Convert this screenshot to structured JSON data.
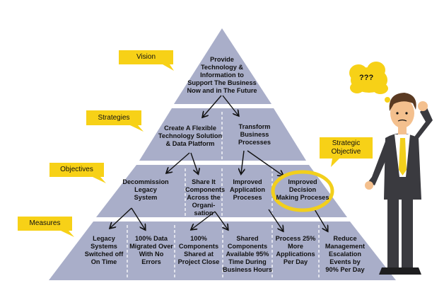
{
  "tiers": {
    "vision": {
      "label": "Vision",
      "nodes": [
        "Provide\nTechnology &\nInformation to\nSupport The Business\nNow and in The Future"
      ]
    },
    "strategies": {
      "label": "Strategies",
      "nodes": [
        "Create A Flexible\nTechnology Solution\n& Data Platform",
        "Transform\nBusiness\nProcesses"
      ]
    },
    "objectives": {
      "label": "Objectives",
      "nodes": [
        "Decommission\nLegacy\nSystem",
        "Share It\nComponents\nAcross the\nOrgani-\nsation",
        "Improved\nApplication\nProceses",
        "Improved\nDecision\nMaking Proceses"
      ]
    },
    "measures": {
      "label": "Measures",
      "nodes": [
        "Legacy\nSystems\nSwitched off\nOn Time",
        "100% Data\nMigrated Over\nWith No\nErrors",
        "100%\nComponents\nShared at\nProject Close",
        "Shared\nComponents\nAvailable 95%\nTime During\nBusiness Hours",
        "Process 25%\nMore\nApplications\nPer Day",
        "Reduce\nManagement\nEscalation\nEvents by\n90% Per Day"
      ]
    }
  },
  "strategic_objective": {
    "label": "Strategic\nObjective"
  },
  "thought_bubble": {
    "text": "???"
  },
  "colors": {
    "pyramid": "#a9aec9",
    "divider": "#ffffff",
    "callout": "#f7d117",
    "highlight": "#f2cf1c",
    "suit": "#3a3a3f",
    "tie": "#f2cf1c",
    "skin": "#f4c08e",
    "hair": "#5a3a22"
  }
}
